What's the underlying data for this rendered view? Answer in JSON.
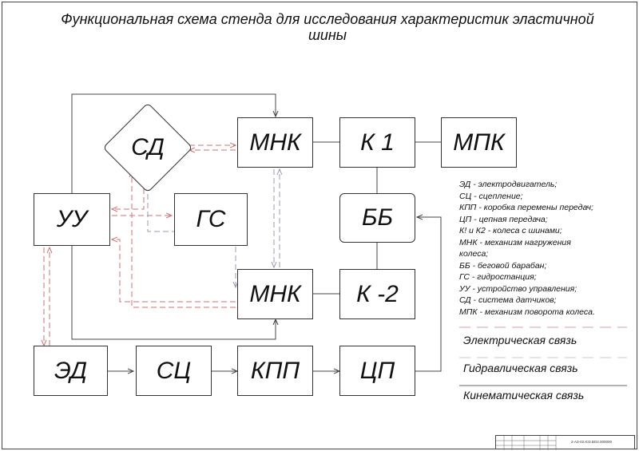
{
  "title": "Функциональная схема стенда для исследования характеристик эластичной шины",
  "blocks": {
    "sd": "СД",
    "mnk_top": "МНК",
    "k1": "К 1",
    "mpk": "МПК",
    "uu": "УУ",
    "gs": "ГС",
    "bb": "ББ",
    "mnk_bottom": "МНК",
    "k2": "К -2",
    "ed": "ЭД",
    "sc": "СЦ",
    "kpp": "КПП",
    "cp": "ЦП"
  },
  "abbreviations": [
    "ЭД - электродвигатель;",
    "СЦ - сцепление;",
    "КПП - коробка перемены передач;",
    "ЦП - цепная передача;",
    "К! и К2 - колеса с шинами;",
    "МНК - механизм нагружения",
    "колеса;",
    "ББ - беговой барабан;",
    "ГС - гидростанция;",
    "УУ - устройство управления;",
    "СД - система датчиков;",
    "МПК - механизм поворота колеса."
  ],
  "links": {
    "electrical": "Электрическая связь",
    "hydraulic": "Гидравлическая связь",
    "kinematic": "Кинематическая связь"
  },
  "colors": {
    "electrical": "#d9a0a0",
    "hydraulic": "#c8c8d8",
    "kinematic": "#444444"
  },
  "stamp": {
    "code": "2-АЗ-02.ЮЗ.ВО2.000000"
  }
}
